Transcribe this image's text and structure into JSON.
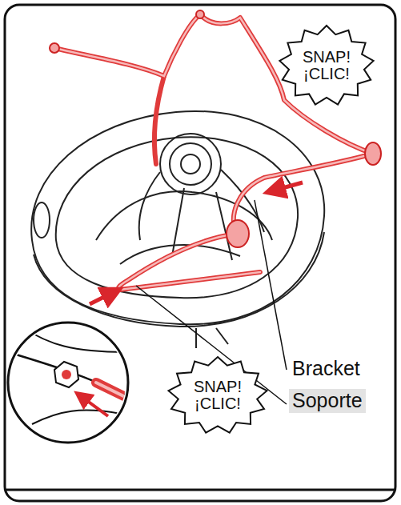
{
  "diagram": {
    "nodes": [
      {
        "text": [
          "SNAP! ¡CLIC!"
        ]
      },
      {
        "text": [
          "SNAP! ¡CLIC!"
        ]
      }
    ],
    "labels": [
      "Bracket",
      "Soporte"
    ]
  }
}
